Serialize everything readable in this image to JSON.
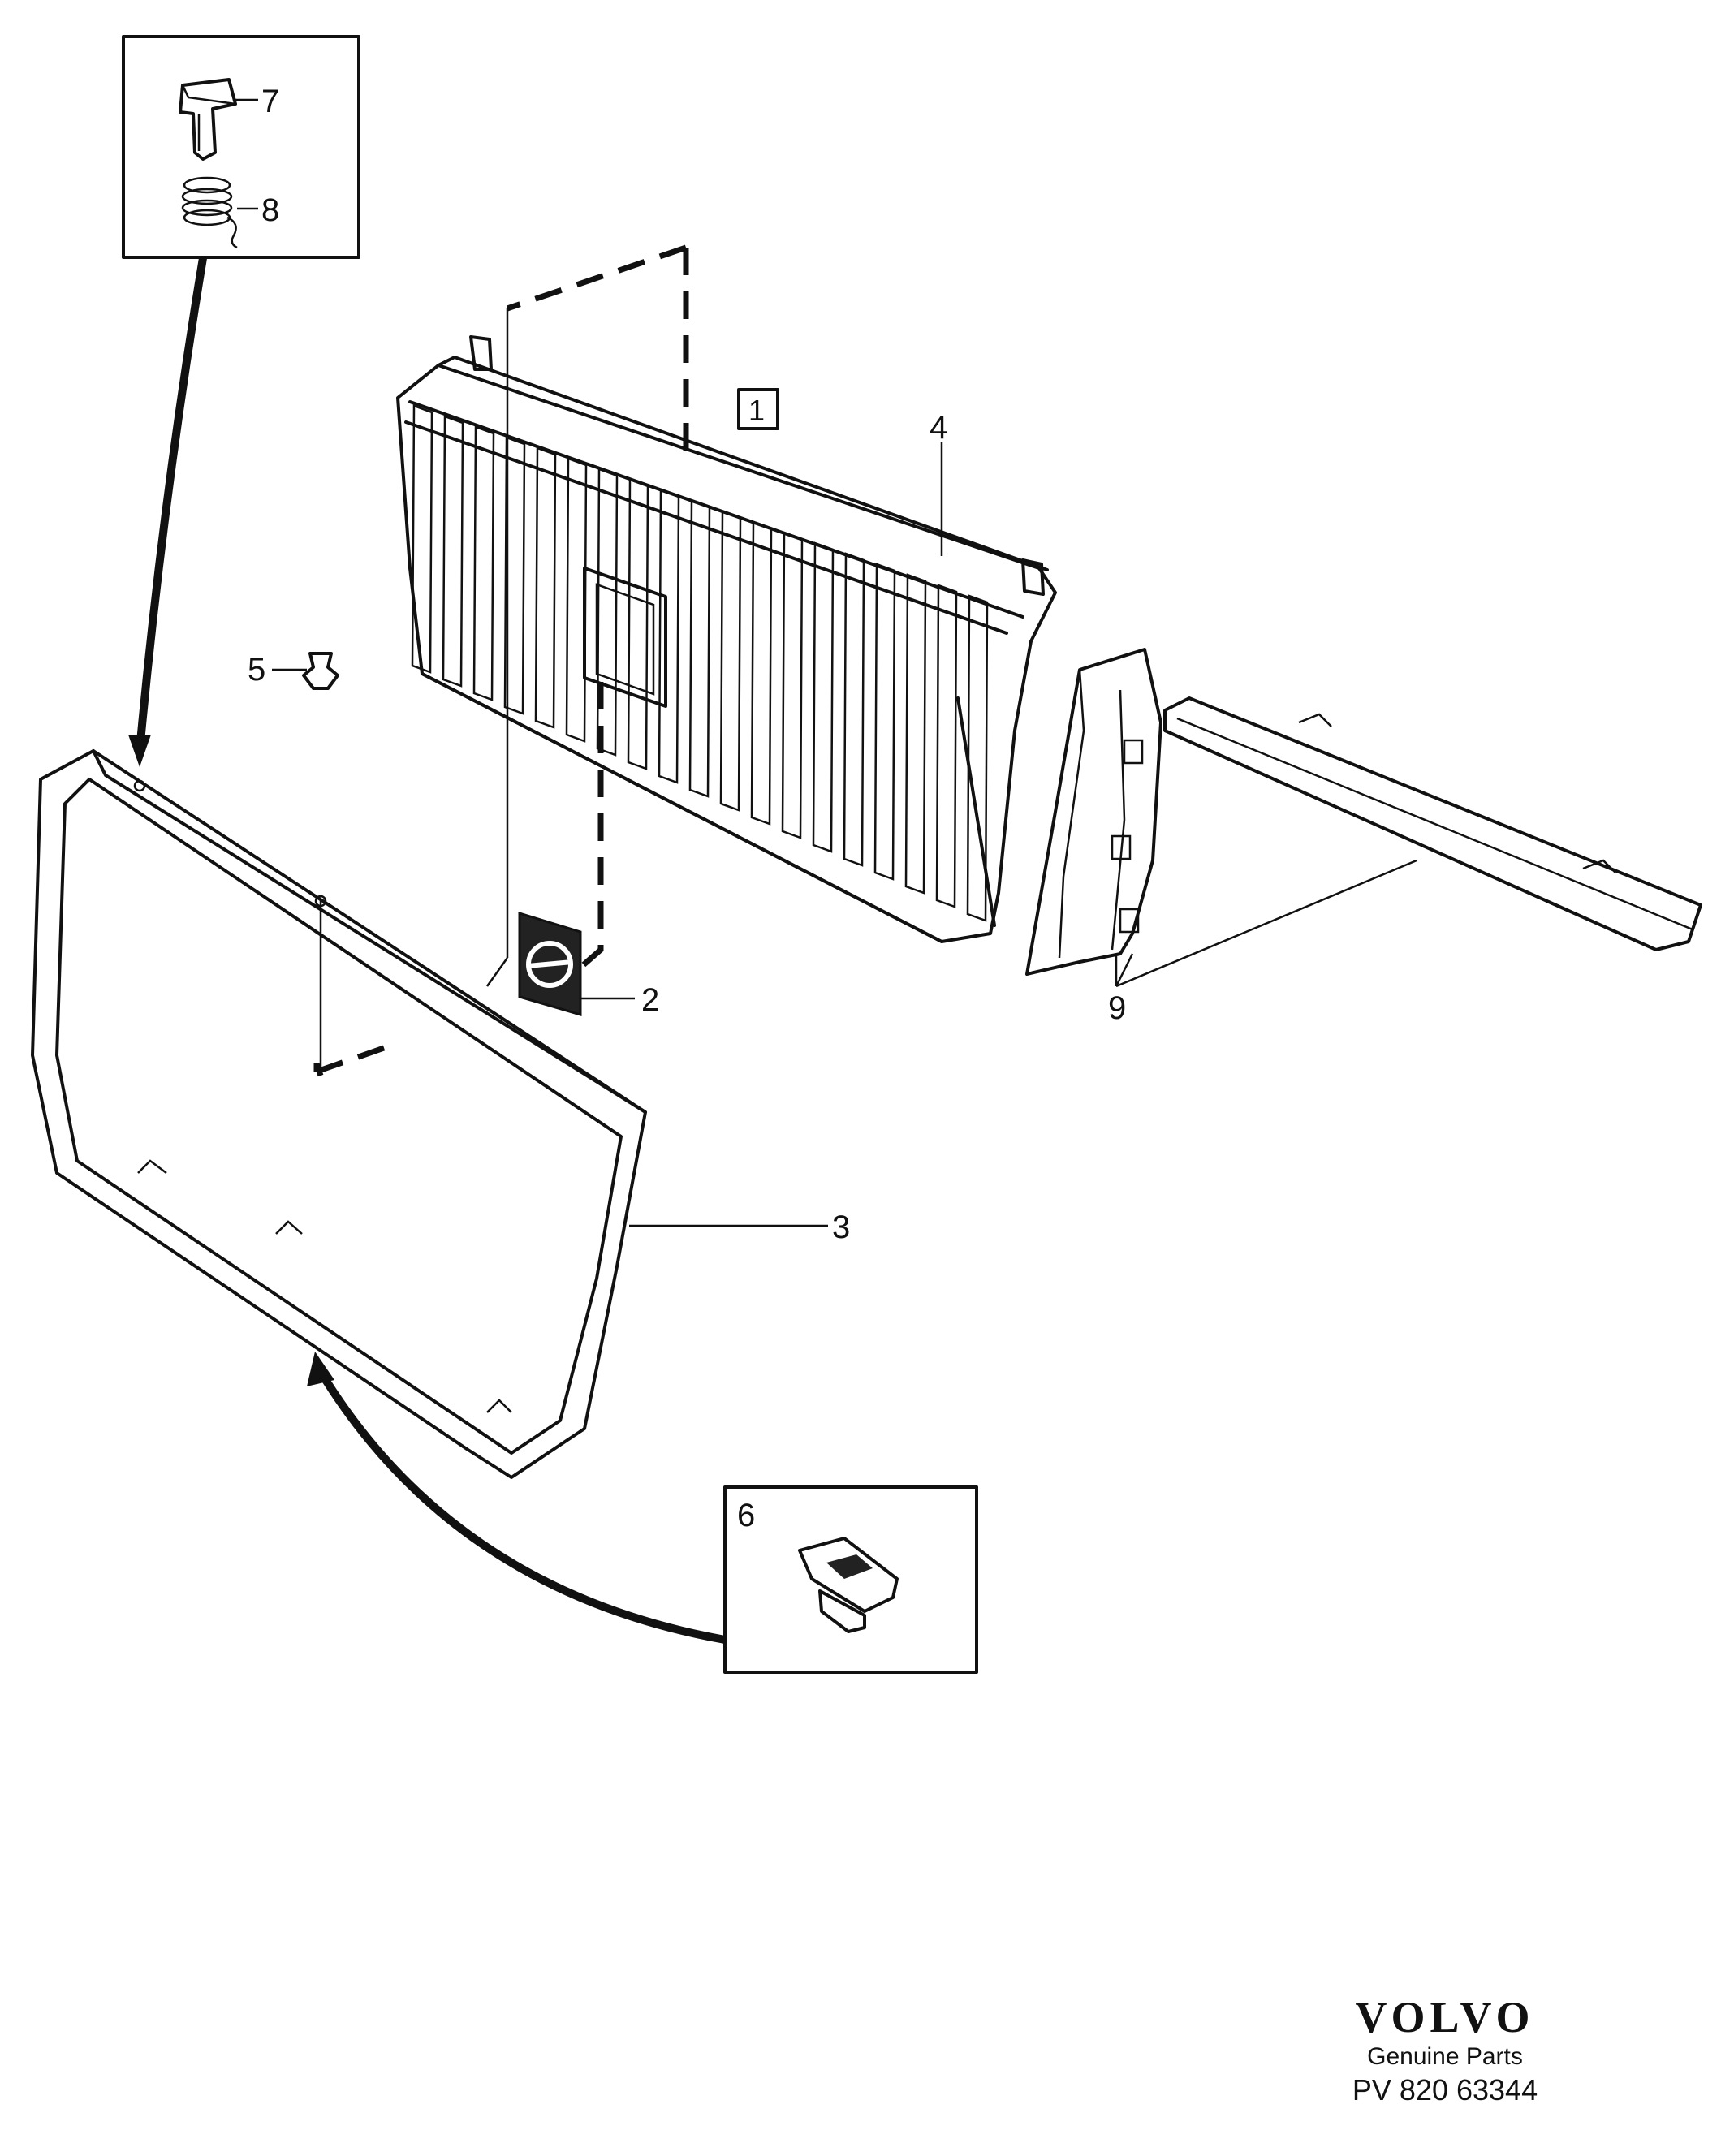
{
  "callouts": {
    "c1": "1",
    "c2": "2",
    "c3": "3",
    "c4": "4",
    "c5": "5",
    "c6": "6",
    "c7": "7",
    "c8": "8",
    "c9": "9"
  },
  "brand": {
    "logo": "VOLVO",
    "subtitle": "Genuine Parts",
    "reference": "PV 820 63344"
  }
}
